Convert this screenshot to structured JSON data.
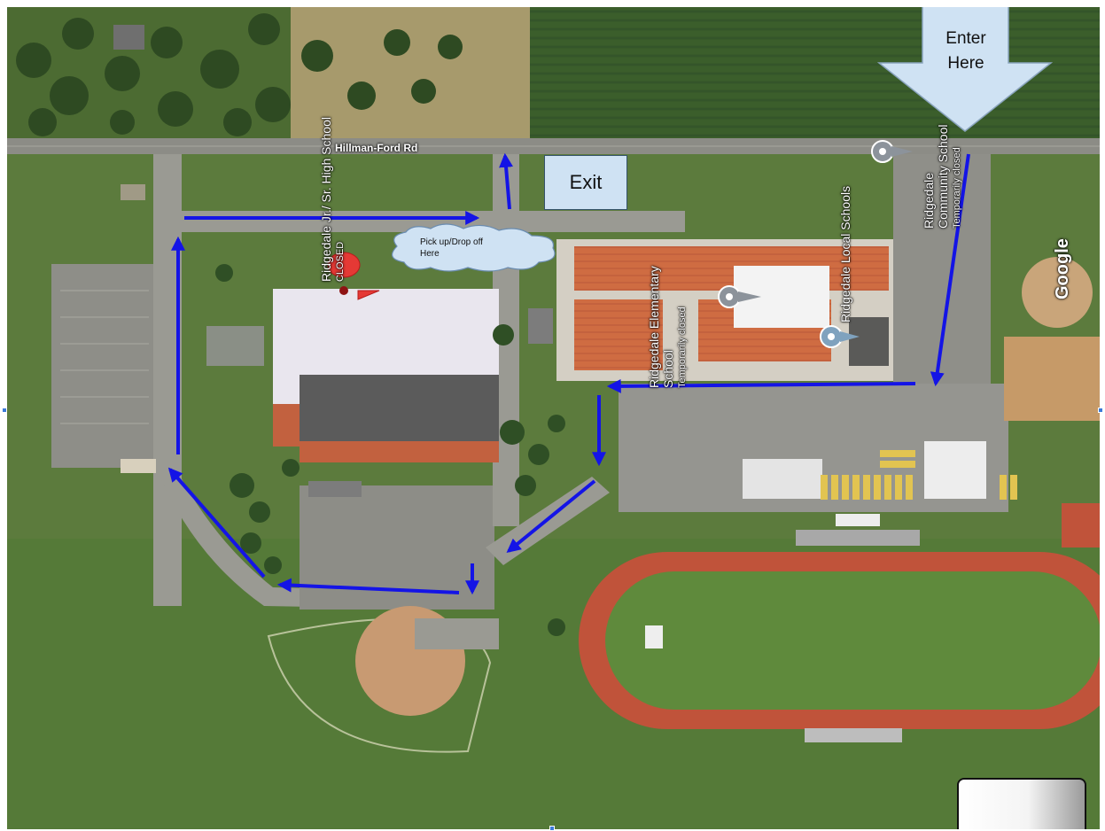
{
  "road_name": "Hillman-Ford Rd",
  "exit_label": "Exit",
  "enter_label": "Enter Here",
  "pickup_label": "Pick up/Drop off Here",
  "watermark": "Google",
  "places": {
    "jr_high": {
      "name": "Ridgedale Jr./ Sr. High School",
      "status": "CLOSED"
    },
    "elementary": {
      "name": "Ridgedale Elementary School",
      "status": "Temporarily closed"
    },
    "local_schools": {
      "name": "Ridgedale Local Schools"
    },
    "community": {
      "name": "Ridgedale Community School",
      "status": "Temporarily closed"
    }
  },
  "colors": {
    "route_arrows": "#1414e6",
    "callout_fill": "#cfe2f3",
    "map_pin": "#e53935",
    "track": "#c0533a"
  }
}
